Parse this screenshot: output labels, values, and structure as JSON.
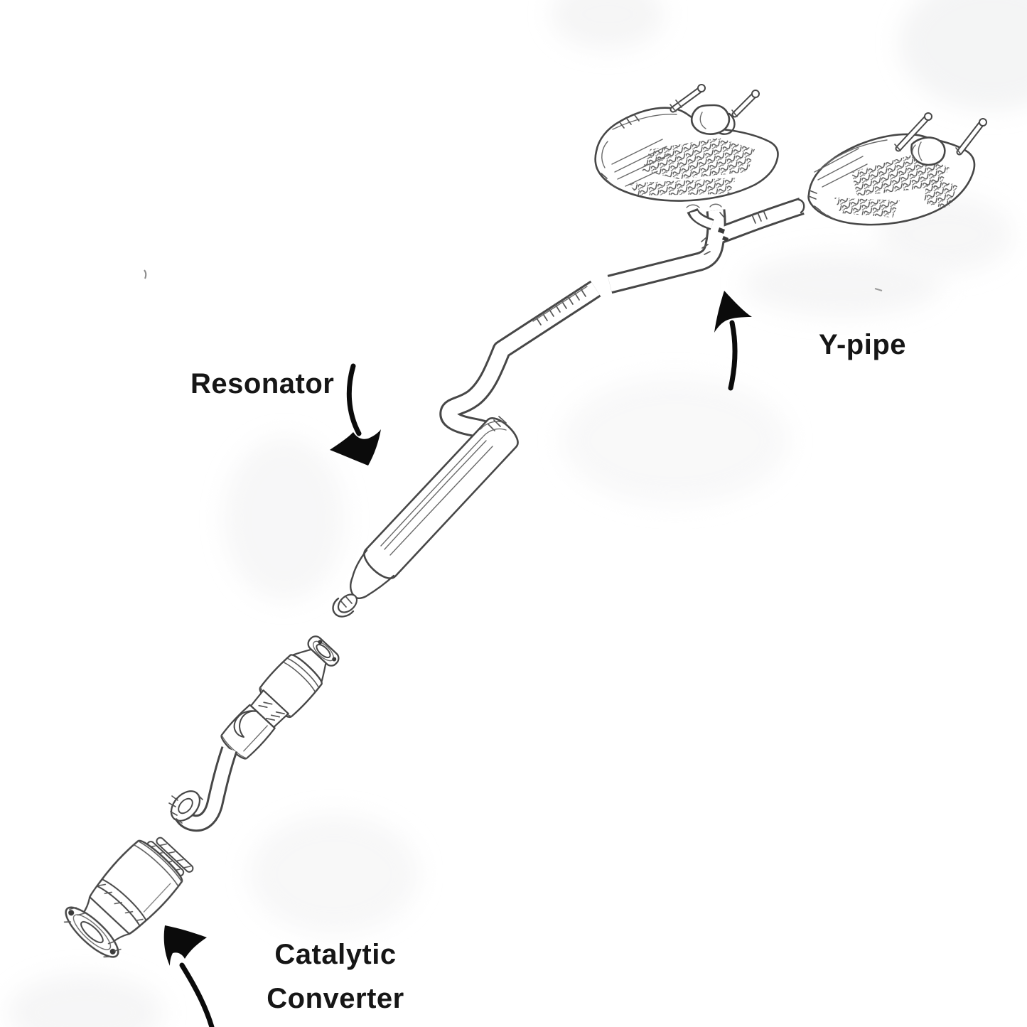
{
  "diagram": {
    "labels": {
      "resonator": "Resonator",
      "y_pipe": "Y-pipe",
      "catalytic_line1": "Catalytic",
      "catalytic_line2": "Converter"
    },
    "colors": {
      "background": "#ffffff",
      "ink": "#161616",
      "sketch_line": "#474747",
      "hatch": "#5a5a5a",
      "arrow_black": "#0b0b0b"
    },
    "parts": [
      "catalytic-converter",
      "flex-pipe-assembly",
      "resonator",
      "intermediate-pipe",
      "y-pipe",
      "left-muffler",
      "right-muffler"
    ]
  }
}
